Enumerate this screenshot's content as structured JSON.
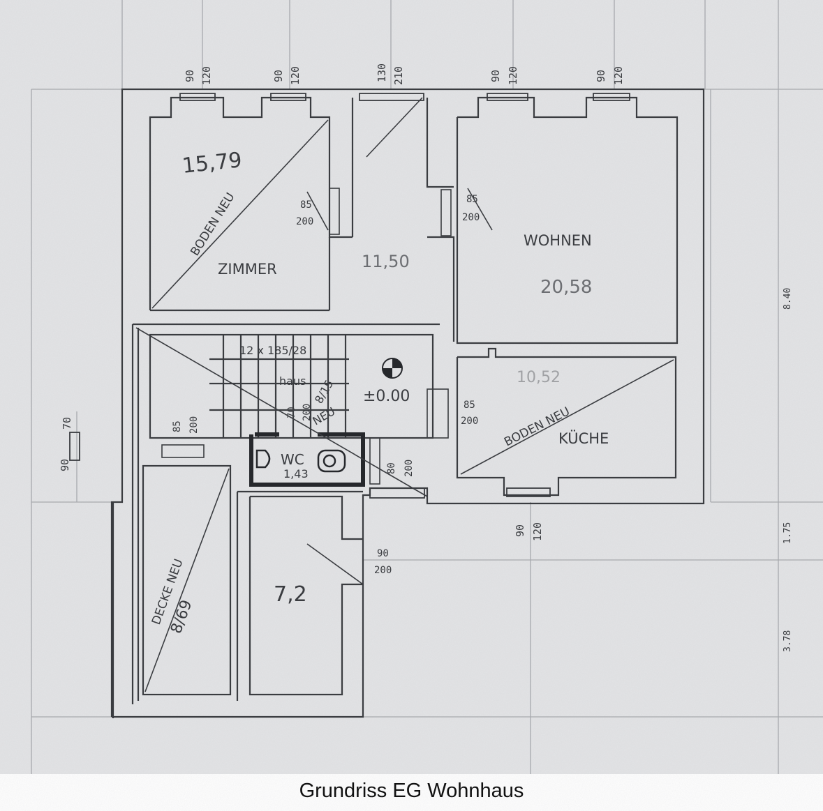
{
  "caption": "Grundriss EG Wohnhaus",
  "rooms": {
    "zimmer": {
      "name": "ZIMMER",
      "area": "15,79",
      "note": "BODEN NEU"
    },
    "flur": {
      "area": "11,50"
    },
    "wohnen": {
      "name": "WOHNEN",
      "area": "20,58"
    },
    "kueche": {
      "name": "KÜCHE",
      "area": "10,52",
      "note": "BODEN NEU"
    },
    "wc": {
      "name": "WC",
      "area": "1,43"
    },
    "room_left": {
      "area": "8/69",
      "note": "DECKE NEU"
    },
    "room_mid": {
      "area": "7,2"
    },
    "stair": {
      "label": "12 x 185/28",
      "note_neu": "NEU",
      "value": "8/15",
      "scribble": "haus"
    }
  },
  "level": "±0.00",
  "window_dims": {
    "w1": [
      "90",
      "120"
    ],
    "w2": [
      "90",
      "120"
    ],
    "w3": [
      "130",
      "210"
    ],
    "w4": [
      "90",
      "120"
    ],
    "w5": [
      "90",
      "120"
    ],
    "w6": [
      "90",
      "120"
    ],
    "side_w": "90",
    "side_h": "70"
  },
  "door_dims": {
    "d_zimmer": [
      "85",
      "200"
    ],
    "d_wohnen": [
      "85",
      "200"
    ],
    "d_kueche": [
      "85",
      "200"
    ],
    "d_stair": [
      "85",
      "200"
    ],
    "d_wc": [
      "80",
      "200"
    ],
    "d_side": [
      "70",
      "200"
    ],
    "d_lower": [
      "90",
      "200"
    ]
  },
  "margin_marks": [
    "8.40",
    "1.75",
    "3.78"
  ],
  "colors": {
    "paper": "#e3e4e6",
    "ink": "#3a3c40",
    "grid": "#a7a9ad"
  }
}
